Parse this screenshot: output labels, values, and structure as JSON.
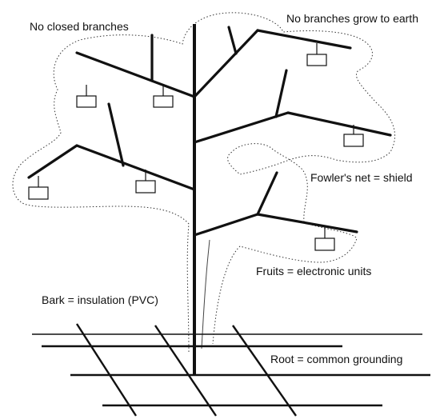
{
  "labels": {
    "no_closed_branches": "No closed branches",
    "no_branches_to_earth": "No branches grow to earth",
    "fowlers_net": "Fowler's net = shield",
    "fruits": "Fruits = electronic units",
    "bark": "Bark = insulation (PVC)",
    "root": "Root = common grounding"
  },
  "colors": {
    "ink": "#111111",
    "background": "#ffffff"
  }
}
